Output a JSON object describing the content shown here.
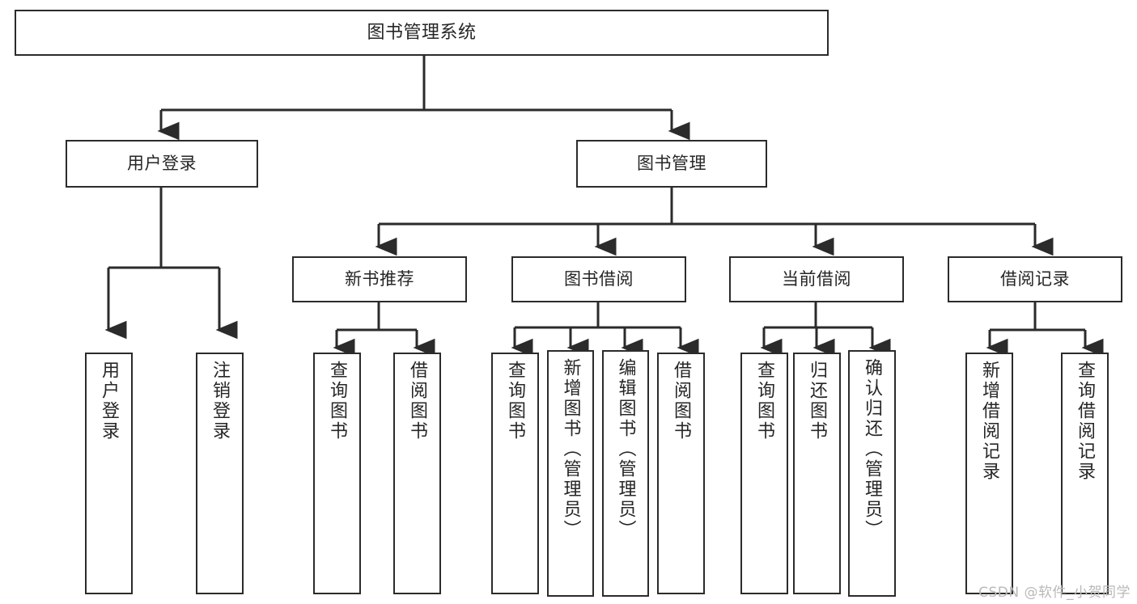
{
  "diagram": {
    "type": "tree",
    "title": "图书管理系统",
    "watermark": "CSDN @软件_小贺同学",
    "colors": {
      "stroke": "#2b2b2b",
      "fill": "#ffffff",
      "text": "#262626",
      "watermark": "#b9b9b9"
    },
    "nodes": {
      "root": {
        "label": "图书管理系统",
        "level": 1
      },
      "l2": [
        {
          "label": "用户登录",
          "level": 2
        },
        {
          "label": "图书管理",
          "level": 2
        }
      ],
      "l3": [
        {
          "label": "新书推荐",
          "level": 3
        },
        {
          "label": "图书借阅",
          "level": 3
        },
        {
          "label": "当前借阅",
          "level": 3
        },
        {
          "label": "借阅记录",
          "level": 3
        }
      ],
      "leaves": [
        {
          "label": "用户登录",
          "parent": "用户登录"
        },
        {
          "label": "注销登录",
          "parent": "用户登录"
        },
        {
          "label": "查询图书",
          "parent": "新书推荐"
        },
        {
          "label": "借阅图书",
          "parent": "新书推荐"
        },
        {
          "label": "查询图书",
          "parent": "图书借阅"
        },
        {
          "label": "新增图书（管理员）",
          "parent": "图书借阅"
        },
        {
          "label": "编辑图书（管理员）",
          "parent": "图书借阅"
        },
        {
          "label": "借阅图书",
          "parent": "图书借阅"
        },
        {
          "label": "查询图书",
          "parent": "当前借阅"
        },
        {
          "label": "归还图书",
          "parent": "当前借阅"
        },
        {
          "label": "确认归还（管理员）",
          "parent": "当前借阅"
        },
        {
          "label": "新增借阅记录",
          "parent": "借阅记录"
        },
        {
          "label": "查询借阅记录",
          "parent": "借阅记录"
        }
      ]
    }
  }
}
